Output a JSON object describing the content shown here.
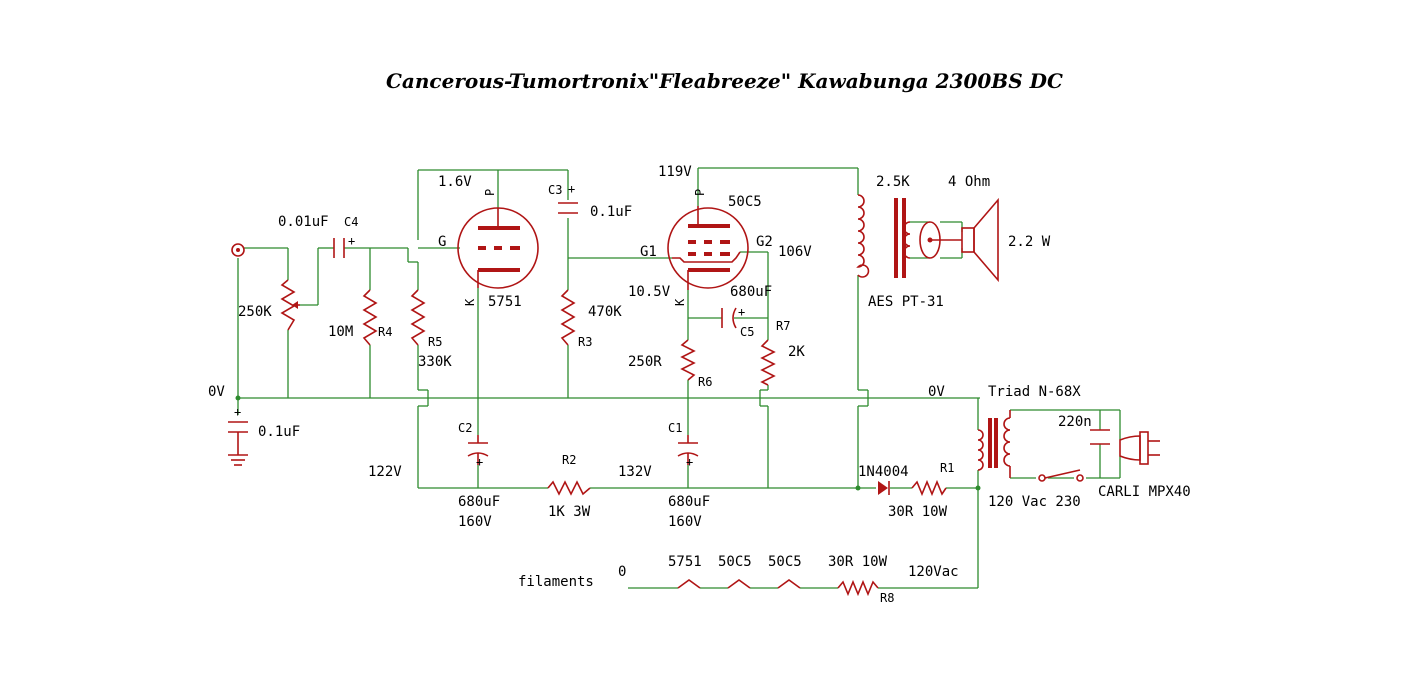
{
  "title": "Cancerous-Tumortronix\"Fleabreeze\" Kawabunga 2300BS DC",
  "labels": {
    "v_1_6": "1.6V",
    "v_119": "119V",
    "c3": "C3",
    "c3_val": "0.1uF",
    "tube2_name": "50C5",
    "t_2_5k": "2.5K",
    "t_4ohm": "4 Ohm",
    "c4_val": "0.01uF",
    "c4": "C4",
    "g": "G",
    "g1": "G1",
    "g2": "G2",
    "v_106": "106V",
    "w_2_2": "2.2 W",
    "r_250k": "250K",
    "v_10_5": "10.5V",
    "c5_val": "680uF",
    "tube1_name": "5751",
    "aes": "AES PT-31",
    "r3_val": "470K",
    "r7": "R7",
    "r10m": "10M",
    "r4": "R4",
    "c5": "C5",
    "r3": "R3",
    "r2k": "2K",
    "r5": "R5",
    "r330k": "330K",
    "r250r": "250R",
    "r6": "R6",
    "v0_left": "0V",
    "v0_right": "0V",
    "triad": "Triad N-68X",
    "c_01": "0.1uF",
    "c220n": "220n",
    "c2": "C2",
    "c1": "C1",
    "r2": "R2",
    "v122": "122V",
    "v132": "132V",
    "d1": "1N4004",
    "r1": "R1",
    "c2_val1": "680uF",
    "c2_val2": "160V",
    "r2_val": "1K 3W",
    "c1_val1": "680uF",
    "c1_val2": "160V",
    "r1_val": "30R 10W",
    "mains": "120 Vac 230",
    "carli": "CARLI MPX40",
    "fil_0": "0",
    "fil_t1": "5751",
    "fil_t2": "50C5",
    "fil_t3": "50C5",
    "r8_val": "30R 10W",
    "fil_vac": "120Vac",
    "filaments": "filaments",
    "r8": "R8",
    "pin_p1": "P",
    "pin_k1": "K",
    "pin_p2": "P",
    "pin_k2": "K"
  },
  "colors": {
    "wire": "#2e8b2e",
    "component": "#b01515",
    "text": "#000000"
  }
}
